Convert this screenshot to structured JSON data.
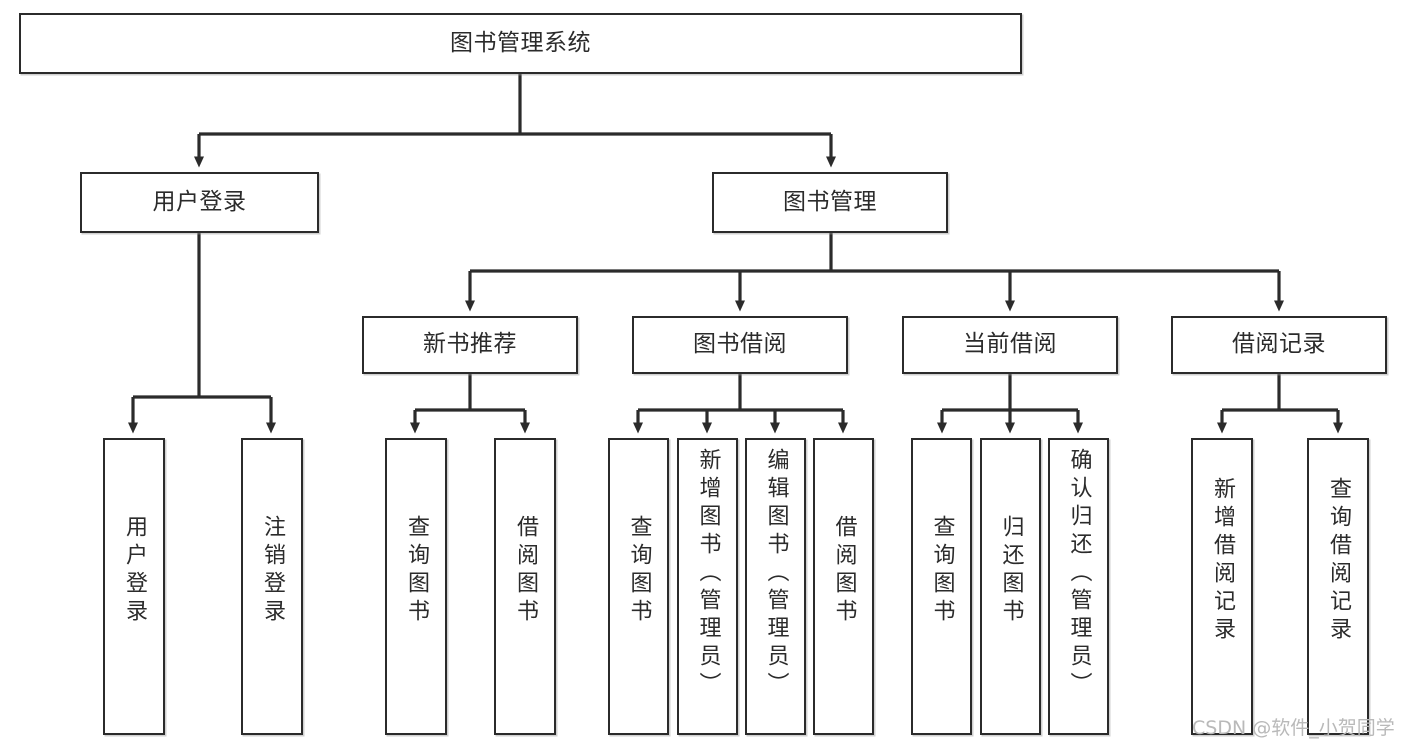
{
  "diagram": {
    "type": "tree-hierarchy",
    "title": "图书管理系统",
    "watermark": "CSDN @软件_小贺同学",
    "colors": {
      "stroke": "#2b2b2b",
      "fill": "#ffffff",
      "text": "#2b2b2b",
      "watermark": "#b9b9b9"
    },
    "levels": {
      "root": {
        "label": "图书管理系统"
      },
      "level1": [
        {
          "id": "user-login",
          "label": "用户登录"
        },
        {
          "id": "book-manage",
          "label": "图书管理"
        }
      ],
      "level2": [
        {
          "id": "new-book-recommend",
          "label": "新书推荐",
          "parent": "book-manage"
        },
        {
          "id": "book-borrow",
          "label": "图书借阅",
          "parent": "book-manage"
        },
        {
          "id": "current-borrow",
          "label": "当前借阅",
          "parent": "book-manage"
        },
        {
          "id": "borrow-record",
          "label": "借阅记录",
          "parent": "book-manage"
        }
      ],
      "leaves": [
        {
          "id": "leaf-user-login",
          "label": "用户登录",
          "parent": "user-login"
        },
        {
          "id": "leaf-logout-login",
          "label": "注销登录",
          "parent": "user-login"
        },
        {
          "id": "leaf-query-book-1",
          "label": "查询图书",
          "parent": "new-book-recommend"
        },
        {
          "id": "leaf-borrow-book-1",
          "label": "借阅图书",
          "parent": "new-book-recommend"
        },
        {
          "id": "leaf-query-book-2",
          "label": "查询图书",
          "parent": "book-borrow"
        },
        {
          "id": "leaf-add-book",
          "label": "新增图书（管理员）",
          "parent": "book-borrow"
        },
        {
          "id": "leaf-edit-book",
          "label": "编辑图书（管理员）",
          "parent": "book-borrow"
        },
        {
          "id": "leaf-borrow-book-2",
          "label": "借阅图书",
          "parent": "book-borrow"
        },
        {
          "id": "leaf-query-book-3",
          "label": "查询图书",
          "parent": "current-borrow"
        },
        {
          "id": "leaf-return-book",
          "label": "归还图书",
          "parent": "current-borrow"
        },
        {
          "id": "leaf-confirm-return",
          "label": "确认归还（管理员）",
          "parent": "current-borrow"
        },
        {
          "id": "leaf-add-record",
          "label": "新增借阅记录",
          "parent": "borrow-record"
        },
        {
          "id": "leaf-query-record",
          "label": "查询借阅记录",
          "parent": "borrow-record"
        }
      ]
    }
  }
}
